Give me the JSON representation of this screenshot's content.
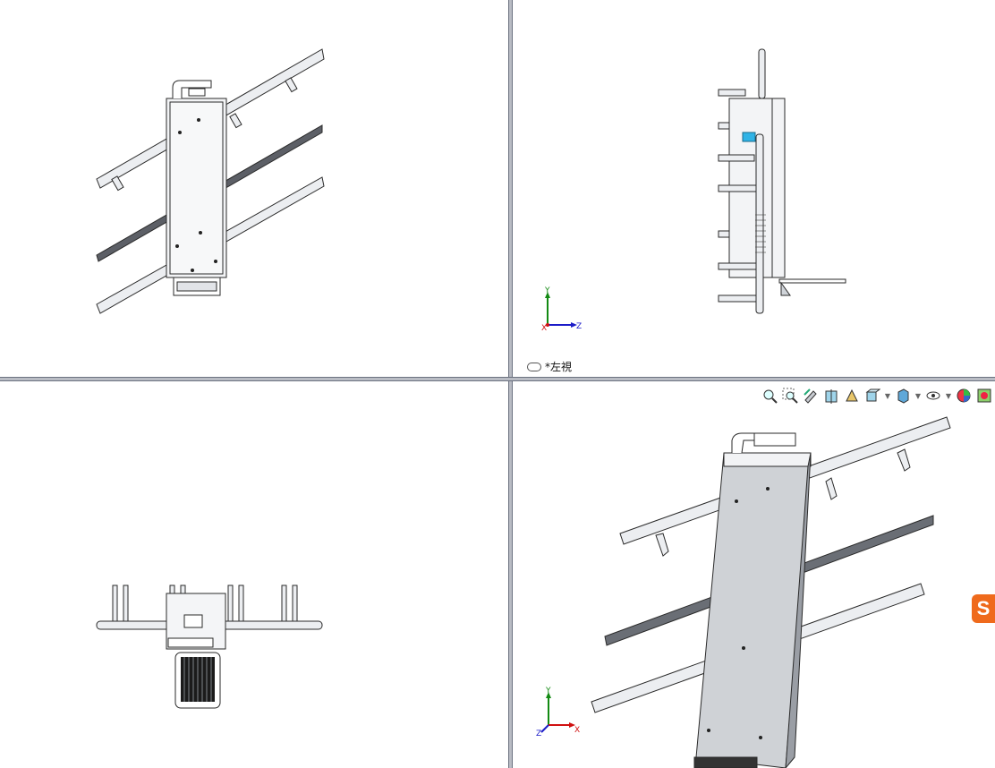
{
  "viewports": {
    "top_left": {
      "name": "front-view"
    },
    "top_right": {
      "label": "*左視"
    },
    "bottom_left": {
      "name": "top-view"
    },
    "bottom_right": {
      "name": "isometric-view"
    }
  },
  "triad": {
    "axis_y": "Y",
    "axis_z": "Z",
    "axis_x": "X"
  },
  "heads_up_toolbar": {
    "icons": [
      "zoom-to-fit-icon",
      "zoom-to-area-icon",
      "previous-view-icon",
      "section-view-icon",
      "dynamic-annotation-icon",
      "view-orientation-icon",
      "display-style-icon",
      "hide-show-items-icon",
      "edit-appearance-icon",
      "apply-scene-icon"
    ]
  },
  "colors": {
    "pipe": "#e9ebef",
    "outline": "#2a2a2a",
    "panel": "#d6d9de",
    "axis_x": "#d01010",
    "axis_y": "#138a13",
    "axis_z": "#1c1cc8",
    "brand": "#ef6a1c",
    "highlight": "#2fb3e6"
  },
  "brand": {
    "glyph": "S"
  }
}
